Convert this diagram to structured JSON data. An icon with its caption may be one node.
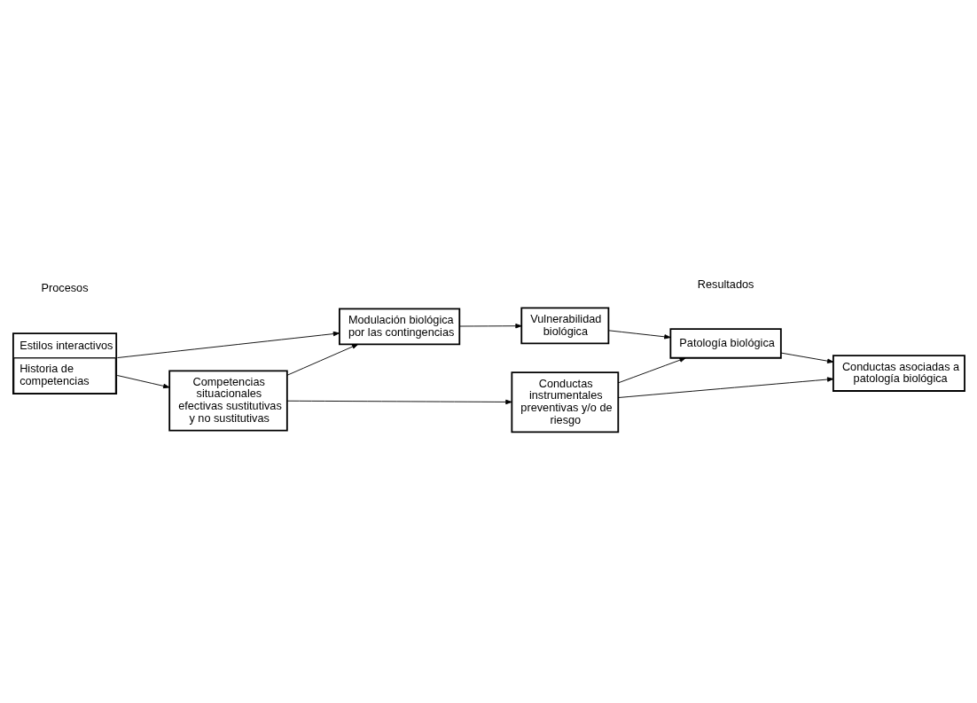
{
  "diagram": {
    "nodes": [
      {
        "text": [
          "Estilos interactivos",
          "Historia de competencias"
        ]
      },
      {
        "text": [
          "Modulación biológica por las contingencias"
        ]
      },
      {
        "text": [
          "Competencias situacionales efectivas sustitutivas y no sustitutivas"
        ]
      },
      {
        "text": [
          "Vulnerabilidad biológica"
        ]
      },
      {
        "text": [
          "Patología biológica"
        ]
      },
      {
        "text": [
          "Conductas asociadas a patología biológica"
        ]
      },
      {
        "text": [
          "Conductas instrumentales preventivas y/o de riesgo"
        ]
      }
    ],
    "edges": [
      {
        "from": 0,
        "to": 1,
        "arrow": "to"
      },
      {
        "from": 0,
        "to": 2,
        "arrow": "to"
      },
      {
        "from": 2,
        "to": 1,
        "arrow": "to"
      },
      {
        "from": 1,
        "to": 3,
        "arrow": "to"
      },
      {
        "from": 2,
        "to": 6,
        "arrow": "to"
      },
      {
        "from": 3,
        "to": 4,
        "arrow": "to"
      },
      {
        "from": 6,
        "to": 4,
        "arrow": "to"
      },
      {
        "from": 4,
        "to": 5,
        "arrow": "to"
      },
      {
        "from": 6,
        "to": 5,
        "arrow": "to"
      }
    ],
    "labels": [
      "Procesos",
      "Resultados"
    ]
  }
}
